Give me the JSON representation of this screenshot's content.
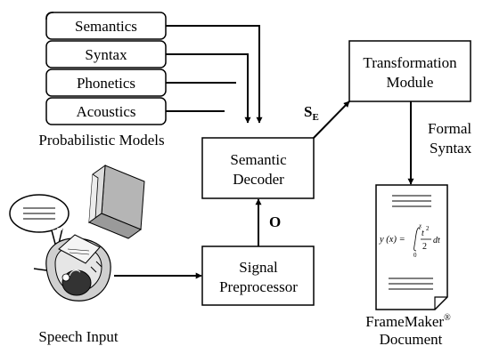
{
  "models": {
    "layers": [
      "Semantics",
      "Syntax",
      "Phonetics",
      "Acoustics"
    ],
    "caption": "Probabilistic Models"
  },
  "decoder": {
    "line1": "Semantic",
    "line2": "Decoder"
  },
  "preprocessor": {
    "line1": "Signal",
    "line2": "Preprocessor"
  },
  "transformation": {
    "line1": "Transformation",
    "line2": "Module"
  },
  "edges": {
    "se_main": "S",
    "se_sub": "E",
    "o": "O",
    "formal1": "Formal",
    "formal2": "Syntax"
  },
  "document": {
    "caption1": "FrameMaker",
    "registered": "®",
    "caption2": "Document",
    "formula": {
      "lhs": "y (x) =",
      "upper": "x",
      "lower": "0",
      "num": "t",
      "exp": "2",
      "den": "2",
      "dt": "dt"
    }
  },
  "speech": {
    "caption": "Speech Input"
  }
}
